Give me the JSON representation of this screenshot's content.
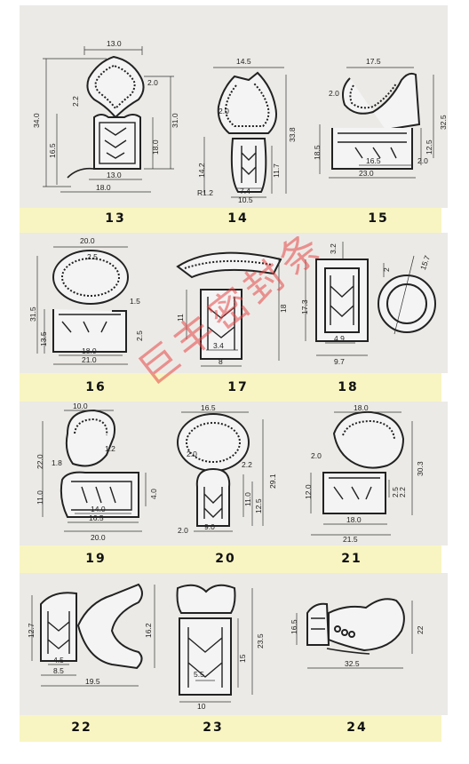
{
  "figures": [
    {
      "id": "13",
      "dims": [
        "13.0",
        "2.0",
        "34.0",
        "2.2",
        "31.0",
        "16.5",
        "18.0",
        "13.0",
        "18.0"
      ]
    },
    {
      "id": "14",
      "dims": [
        "14.5",
        "2.0",
        "33.8",
        "14.2",
        "11.7",
        "R1.2",
        "7.4",
        "10.5"
      ]
    },
    {
      "id": "15",
      "dims": [
        "17.5",
        "2.0",
        "32.5",
        "18.5",
        "12.5",
        "16.5",
        "2.0",
        "23.0"
      ]
    },
    {
      "id": "16",
      "dims": [
        "20.0",
        "2.5",
        "1.5",
        "31.5",
        "13.5",
        "2.5",
        "18.0",
        "21.0"
      ]
    },
    {
      "id": "17",
      "dims": [
        "18",
        "11",
        "3.4",
        "8"
      ]
    },
    {
      "id": "18",
      "dims": [
        "3.2",
        "2",
        "15.7",
        "17.3",
        "4.9",
        "9.7"
      ]
    },
    {
      "id": "19",
      "dims": [
        "10.0",
        "1.2",
        "22.0",
        "1.8",
        "11.0",
        "4.0",
        "14.0",
        "16.5",
        "20.0"
      ]
    },
    {
      "id": "20",
      "dims": [
        "16.5",
        "2.0",
        "2.2",
        "29.1",
        "11.0",
        "12.5",
        "2.0",
        "9.0"
      ]
    },
    {
      "id": "21",
      "dims": [
        "18.0",
        "2.0",
        "30.3",
        "12.0",
        "2.5",
        "2.2",
        "18.0",
        "21.5"
      ]
    },
    {
      "id": "22",
      "dims": [
        "12.7",
        "16.2",
        "4.5",
        "8.5",
        "19.5"
      ]
    },
    {
      "id": "23",
      "dims": [
        "23.5",
        "15",
        "5.5",
        "10"
      ]
    },
    {
      "id": "24",
      "dims": [
        "16.5",
        "22",
        "32.5"
      ]
    }
  ],
  "watermark": "巨丰密封条"
}
